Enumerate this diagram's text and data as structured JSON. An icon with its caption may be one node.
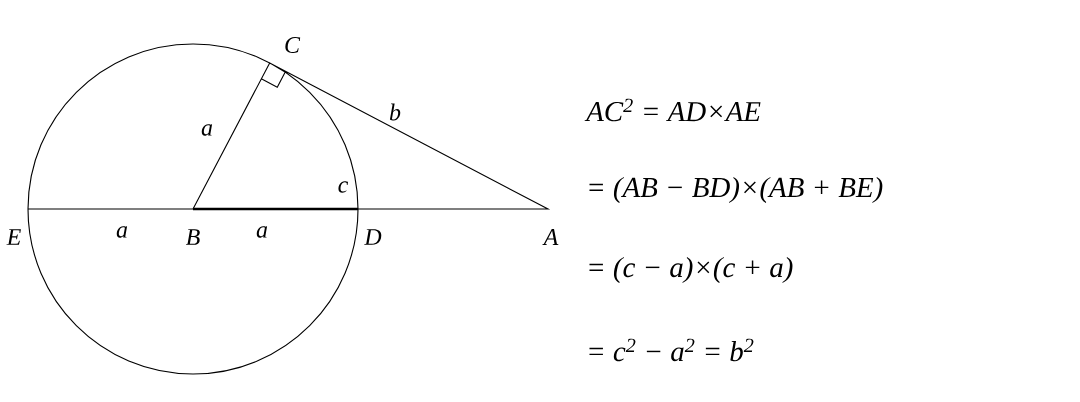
{
  "diagram": {
    "labels": [
      "C",
      "b",
      "a",
      "c",
      "E",
      "a",
      "B",
      "a",
      "D",
      "A",
      "AC$^{2}$ = AD×AE",
      "= (AB − BD)×(AB + BE)",
      "= (c − a)×(c + a)",
      "= c$^{2}$ − a$^{2}$ = b$^{2}$"
    ]
  }
}
